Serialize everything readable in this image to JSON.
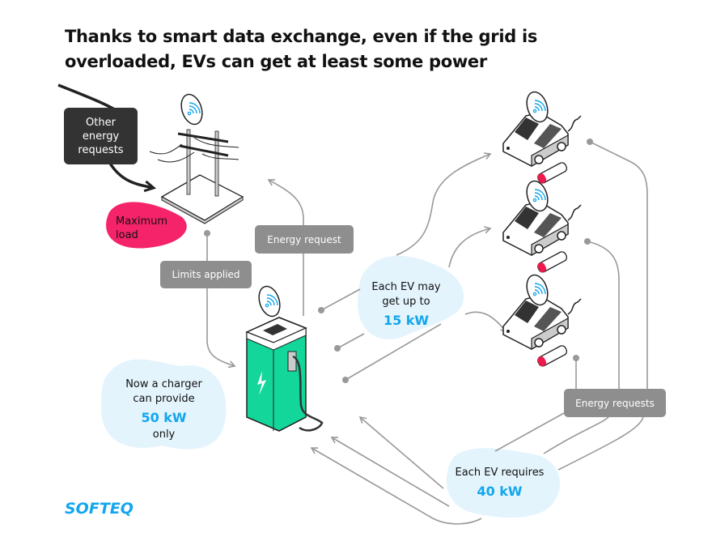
{
  "title": "Thanks to smart data exchange, even if the grid is overloaded, EVs can get at least some power",
  "labels": {
    "other_requests": "Other energy requests",
    "maximum_load": "Maximum load",
    "limits_applied": "Limits applied",
    "energy_request": "Energy request",
    "energy_requests": "Energy requests"
  },
  "charger_note": {
    "line1": "Now a charger can provide",
    "value": "50 kW",
    "line2": "only"
  },
  "ev_may_get": {
    "line1": "Each EV may get up to",
    "value": "15 kW"
  },
  "ev_requires": {
    "line1": "Each EV requires",
    "value": "40 kW"
  },
  "logo": "SOFTEQ",
  "colors": {
    "accent_blue": "#12a6ee",
    "charger_green": "#12d69a",
    "alert_pink": "#f5236a",
    "label_gray": "#8e8e8e",
    "blob_blue": "#e3f4fd"
  },
  "icons": [
    "wifi-icon",
    "power-pole-icon",
    "charger-icon",
    "lightning-icon",
    "car-icon",
    "battery-low-icon"
  ]
}
